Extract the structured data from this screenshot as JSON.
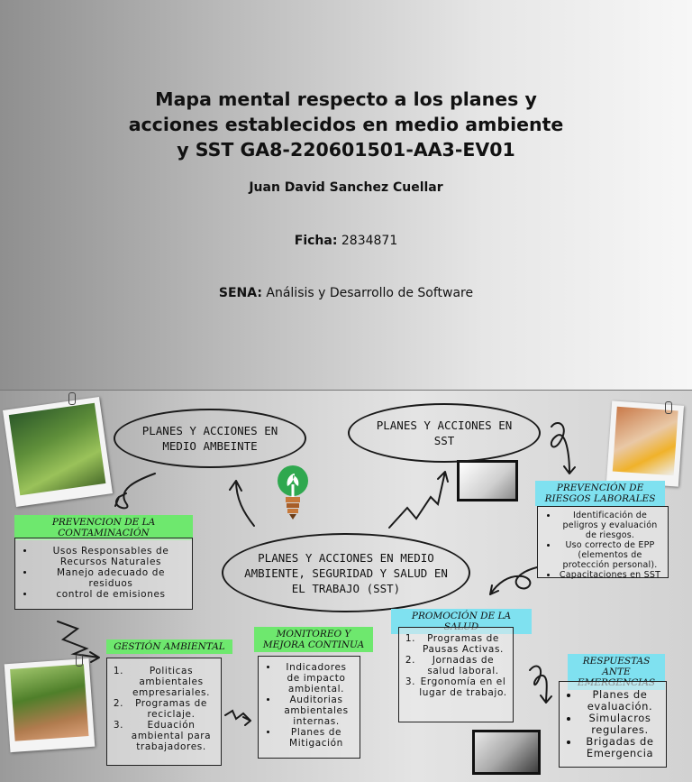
{
  "cover": {
    "title": "Mapa mental respecto a los planes y acciones establecidos en medio ambiente y SST GA8-220601501-AA3-EV01",
    "author": "Juan David Sanchez Cuellar",
    "ficha_label": "Ficha:",
    "ficha_value": "2834871",
    "sena_label": "SENA:",
    "sena_value": "Análisis y Desarrollo de Software"
  },
  "map": {
    "center": "PLANES Y ACCIONES EN MEDIO AMBIENTE, SEGURIDAD Y SALUD EN EL TRABAJO (SST)",
    "left_top": "PLANES Y ACCIONES EN MEDIO AMBEINTE",
    "right_top": "PLANES Y ACCIONES EN SST",
    "prevencion_contaminacion": {
      "title": "PREVENCION DE LA CONTAMINACIÓN",
      "items": [
        "Usos Responsables de Recursos Naturales",
        "Manejo adecuado de residuos",
        "control de emisiones"
      ]
    },
    "gestion_ambiental": {
      "title": "GESTIÓN AMBIENTAL",
      "items": [
        "Politicas ambientales empresariales.",
        "Programas de reciclaje.",
        "Eduación ambiental para trabajadores."
      ]
    },
    "monitoreo": {
      "title": "MONITOREO Y MEJORA CONTINUA",
      "items": [
        "Indicadores de impacto ambiental.",
        "Auditorias ambientales internas.",
        "Planes de Mitigación"
      ]
    },
    "prevencion_riesgos": {
      "title": "PREVENCIÓN DE RIESGOS LABORALES",
      "items": [
        "Identificación de peligros y evaluación de riesgos.",
        "Uso correcto de EPP (elementos de protección personal).",
        "Capacitaciones en SST"
      ]
    },
    "promocion_salud": {
      "title": "PROMOCIÓN DE LA SALUD",
      "items": [
        "Programas de Pausas Activas.",
        "Jornadas de salud laboral.",
        "Ergonomía en el lugar de trabajo."
      ]
    },
    "emergencias": {
      "title": "RESPUESTAS ANTE EMERGENCIAS",
      "items": [
        "Planes de evaluación.",
        "Simulacros regulares.",
        "Brigadas de Emergencia"
      ]
    },
    "colors": {
      "green_tag": "#6ee86e",
      "cyan_tag": "#7fe1f0",
      "bulb": "#2fa84f"
    }
  }
}
